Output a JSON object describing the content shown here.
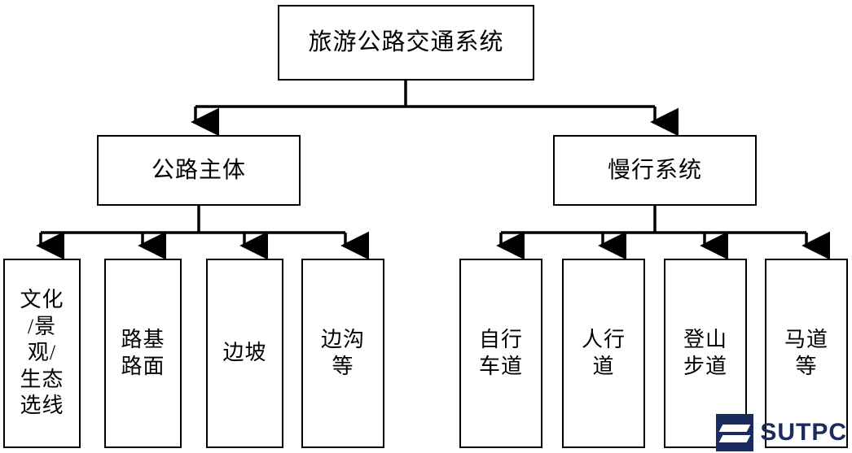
{
  "diagram": {
    "type": "tree-hierarchy",
    "root": {
      "label": "旅游公路交通系统"
    },
    "level2": [
      {
        "label": "公路主体"
      },
      {
        "label": "慢行系统"
      }
    ],
    "branch1_leaves": [
      {
        "label": "文化\n/景\n观/\n生态\n选线"
      },
      {
        "label": "路基\n路面"
      },
      {
        "label": "边坡"
      },
      {
        "label": "边沟\n等"
      }
    ],
    "branch2_leaves": [
      {
        "label": "自行\n车道"
      },
      {
        "label": "人行\n道"
      },
      {
        "label": "登山\n步道"
      },
      {
        "label": "马道\n等"
      }
    ],
    "colors": {
      "line": "#000000",
      "box_border": "#000000",
      "background": "#ffffff",
      "watermark": "#1c2b5e"
    }
  },
  "watermark": {
    "text": "SUTPC",
    "icon": "sutpc-logo-icon"
  }
}
